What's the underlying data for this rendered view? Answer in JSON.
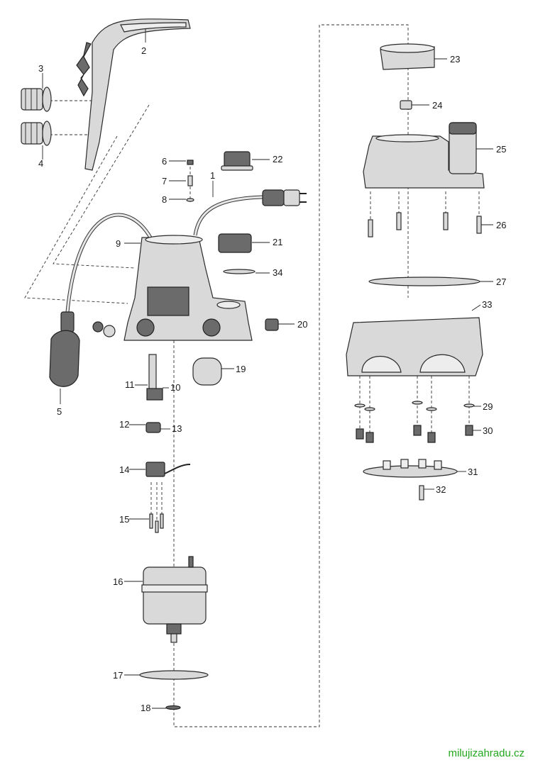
{
  "labels": [
    "1",
    "2",
    "3",
    "4",
    "5",
    "6",
    "7",
    "8",
    "9",
    "10",
    "11",
    "12",
    "13",
    "14",
    "15",
    "16",
    "17",
    "18",
    "19",
    "20",
    "21",
    "22",
    "23",
    "24",
    "25",
    "26",
    "27",
    "29",
    "30",
    "31",
    "32",
    "33",
    "34"
  ],
  "watermark": "milujizahradu.cz",
  "colors": {
    "watermark": "#22a81c"
  }
}
